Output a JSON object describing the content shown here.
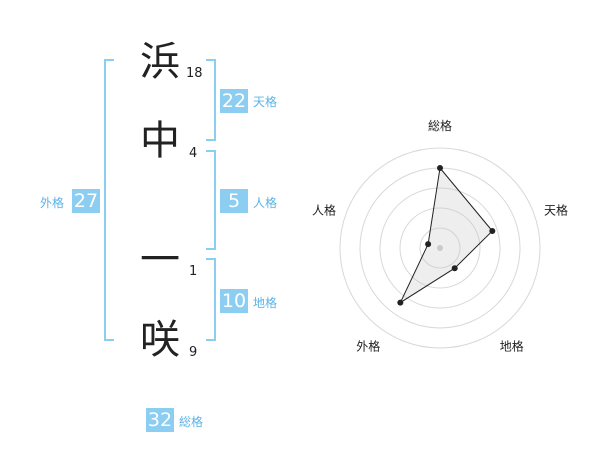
{
  "name": {
    "chars": [
      {
        "kanji": "浜",
        "strokes": "18"
      },
      {
        "kanji": "中",
        "strokes": "4"
      },
      {
        "kanji": "一",
        "strokes": "1"
      },
      {
        "kanji": "咲",
        "strokes": "9"
      }
    ]
  },
  "fortune": {
    "tenkaku": {
      "value": "22",
      "label": "天格"
    },
    "jinkaku": {
      "value": "5",
      "label": "人格"
    },
    "chikaku": {
      "value": "10",
      "label": "地格"
    },
    "gaikaku": {
      "value": "27",
      "label": "外格"
    },
    "soukaku": {
      "value": "32",
      "label": "総格"
    }
  },
  "colors": {
    "accent": "#8ccdf2",
    "label": "#5bb3e6"
  },
  "chart_data": {
    "type": "radar",
    "axes": [
      "総格",
      "天格",
      "地格",
      "外格",
      "人格"
    ],
    "values": [
      32,
      22,
      10,
      27,
      5
    ],
    "scale_max": 40
  }
}
